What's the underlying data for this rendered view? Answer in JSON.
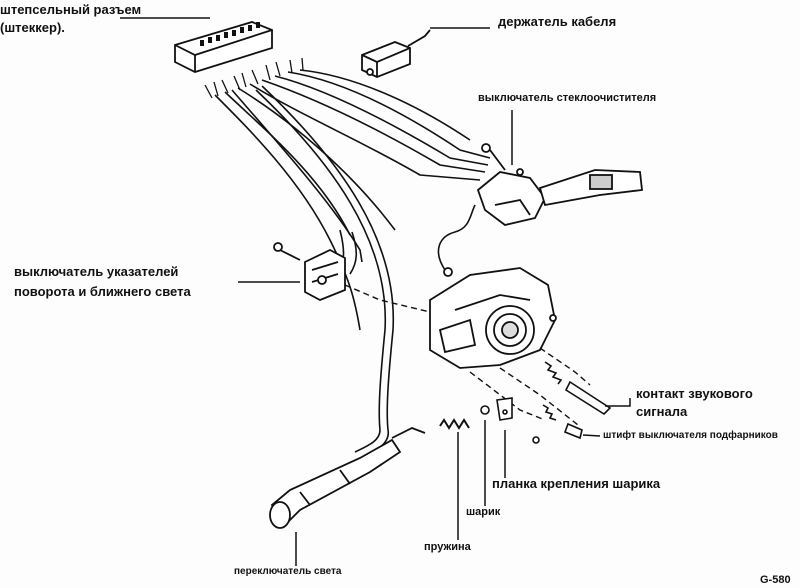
{
  "labels": {
    "connector_line1": "штепсельный разъем",
    "connector_line2": "(штеккер).",
    "cable_holder": "держатель кабеля",
    "wiper_switch": "выключатель  стеклоочистителя",
    "turn_switch_line1": "выключатель указателей",
    "turn_switch_line2": "поворота и ближнего света",
    "horn_contact_line1": "контакт звукового",
    "horn_contact_line2": "сигнала",
    "fog_pin": "штифт выключателя подфарников",
    "ball_plate": "планка крепления шарика",
    "ball": "шарик",
    "spring": "пружина",
    "light_switch": "переключатель света",
    "figure_code": "G-580"
  }
}
